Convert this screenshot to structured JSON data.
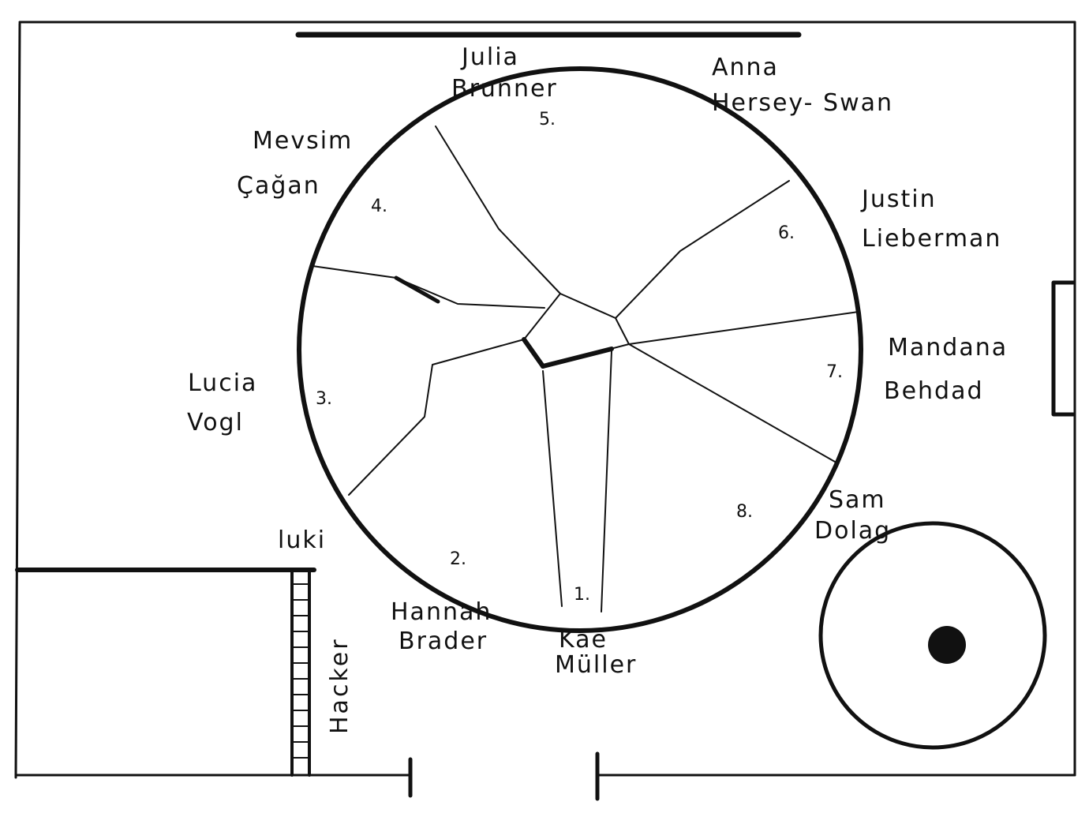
{
  "colors": {
    "ink": "#111111",
    "paper": "#ffffff"
  },
  "seats": [
    {
      "number": "1.",
      "first": "Kae",
      "last": "Müller"
    },
    {
      "number": "2.",
      "first": "Hannah",
      "last": "Brader"
    },
    {
      "number": "3.",
      "first": "Lucia",
      "last": "Vogl"
    },
    {
      "number": "4.",
      "first": "Mevsim",
      "last": "Çağan"
    },
    {
      "number": "5.",
      "first": "Julia",
      "last": "Brunner"
    },
    {
      "number": "6.",
      "first": "Justin",
      "last": "Lieberman"
    },
    {
      "number": "7.",
      "first": "Mandana",
      "last": "Behdad"
    },
    {
      "number": "8.",
      "first": "Sam",
      "last": "Dolag"
    }
  ],
  "extra_names": {
    "anna_first": "Anna",
    "anna_last": "Hersey- Swan",
    "luki": "luki",
    "hacker": "Hacker"
  }
}
